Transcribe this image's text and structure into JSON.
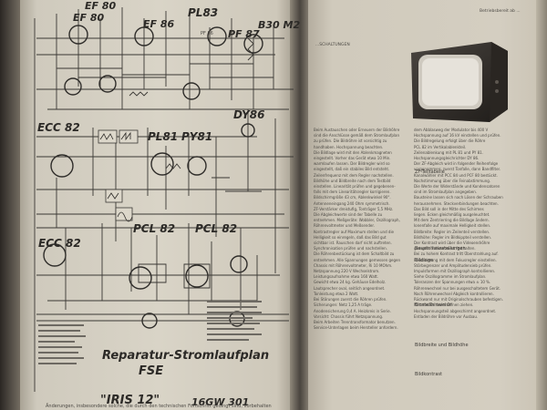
{
  "schematic": {
    "tube_labels": [
      "EF 80",
      "PL83",
      "EF 80",
      "EF 86",
      "B30 M2",
      "PF 86",
      "PF 87",
      "DY86",
      "ECC 82",
      "PL81",
      "PY81",
      "PCL 82",
      "PCL 82",
      "ECC 82"
    ],
    "title": "Reparatur-Stromlaufplan",
    "brand": "FSE",
    "model": "\"IRIS 12\"",
    "chassis": "16GW 301",
    "footer_note": "Änderungen, insbesondere solche, die durch den technischen Fortschritt gedingt sind, vorbehalten"
  },
  "right_page": {
    "page_header_left": "...SCHALTUNGEN",
    "page_header_right": "Betriebsbereit ab ...",
    "section_headings": [
      "ZF-Teiltabelle",
      "Bausteineinstellungen",
      "Bildlage",
      "Einstellhinweise",
      "Bildbreite und Bildhöhe",
      "Bildkontrast"
    ]
  },
  "colors": {
    "page": "#d6d1c4",
    "ink": "#2c2a27",
    "binding": "#3b3733"
  }
}
